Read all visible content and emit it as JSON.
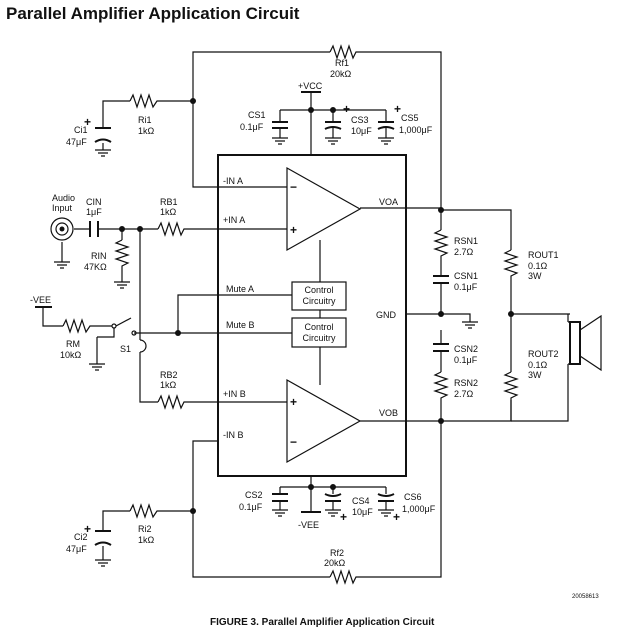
{
  "title": "Parallel Amplifier Application Circuit",
  "caption": "FIGURE 3. Parallel Amplifier Application Circuit",
  "figure_id": "20058613",
  "audio_input": [
    "Audio",
    "Input"
  ],
  "pins": {
    "in_a_neg": "-IN A",
    "in_a_pos": "+IN A",
    "voa": "VOA",
    "mute_a": "Mute A",
    "gnd": "GND",
    "mute_b": "Mute B",
    "in_b_pos": "+IN B",
    "vob": "VOB",
    "in_b_neg": "-IN B"
  },
  "control_block": [
    "Control",
    "Circuitry"
  ],
  "supplies": {
    "vcc": "+VCC",
    "vee_top": "-VEE",
    "vee_bottom": "-VEE"
  },
  "switch": "S1",
  "components": [
    {
      "id": "rf1",
      "name": "Rf1",
      "value": "20kΩ"
    },
    {
      "id": "ri1",
      "name": "Ri1",
      "value": "1kΩ"
    },
    {
      "id": "ci1",
      "name": "Ci1",
      "value": "47μF"
    },
    {
      "id": "cs1",
      "name": "CS1",
      "value": "0.1μF"
    },
    {
      "id": "cs3",
      "name": "CS3",
      "value": "10μF"
    },
    {
      "id": "cs5",
      "name": "CS5",
      "value": "1,000μF"
    },
    {
      "id": "cin",
      "name": "CIN",
      "value": "1μF"
    },
    {
      "id": "rb1",
      "name": "RB1",
      "value": "1kΩ"
    },
    {
      "id": "rin",
      "name": "RIN",
      "value": "47KΩ"
    },
    {
      "id": "rm",
      "name": "RM",
      "value": "10kΩ"
    },
    {
      "id": "rb2",
      "name": "RB2",
      "value": "1kΩ"
    },
    {
      "id": "rsn1",
      "name": "RSN1",
      "value": "2.7Ω"
    },
    {
      "id": "csn1",
      "name": "CSN1",
      "value": "0.1μF"
    },
    {
      "id": "csn2",
      "name": "CSN2",
      "value": "0.1μF"
    },
    {
      "id": "rsn2",
      "name": "RSN2",
      "value": "2.7Ω"
    },
    {
      "id": "rout1",
      "name": "ROUT1",
      "value": "0.1Ω",
      "rating": "3W"
    },
    {
      "id": "rout2",
      "name": "ROUT2",
      "value": "0.1Ω",
      "rating": "3W"
    },
    {
      "id": "cs2",
      "name": "CS2",
      "value": "0.1μF"
    },
    {
      "id": "cs4",
      "name": "CS4",
      "value": "10μF"
    },
    {
      "id": "cs6",
      "name": "CS6",
      "value": "1,000μF"
    },
    {
      "id": "ci2",
      "name": "Ci2",
      "value": "47μF"
    },
    {
      "id": "ri2",
      "name": "Ri2",
      "value": "1kΩ"
    },
    {
      "id": "rf2",
      "name": "Rf2",
      "value": "20kΩ"
    }
  ]
}
